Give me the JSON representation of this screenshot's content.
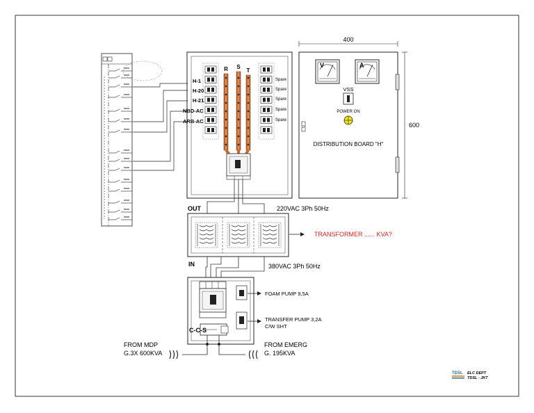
{
  "distribution_board": {
    "width_label": "400",
    "height_label": "600",
    "title": "DISTRIBUTION BOARD \"H\"",
    "voltmeter_label": "V",
    "ammeter_label": "A",
    "vss_label": "VSS",
    "power_on_label": "POWER ON"
  },
  "panel": {
    "bus_labels": [
      "R",
      "S",
      "T"
    ],
    "feeder_labels": [
      "H-1",
      "H-20",
      "H-21",
      "NBD-AC",
      "ARB-AC"
    ],
    "spare_label": "Spare"
  },
  "transformer": {
    "out_label": "OUT",
    "in_label": "IN",
    "output_rating": "220VAC  3Ph  50Hz",
    "input_rating": "380VAC  3Ph  50Hz",
    "label": "TRANSFORMER ...... KVA?",
    "label_color": "#e0201c"
  },
  "source_panel": {
    "foam_pump": "FOAM PUMP 9,5A",
    "transfer_pump_line1": "TRANSFER PUMP 3,2A",
    "transfer_pump_line2": "C/W SHT",
    "ccs_label": "C-C-S"
  },
  "sources": {
    "mdp_line1": "FROM MDP",
    "mdp_line2": "G.3X 600KVA",
    "emerg_line1": "FROM EMERG",
    "emerg_line2": "G. 195KVA"
  },
  "logo": {
    "text": "TDSL",
    "signature_line1": "ELC DEPT",
    "signature_line2": "TDSL - JKT"
  }
}
